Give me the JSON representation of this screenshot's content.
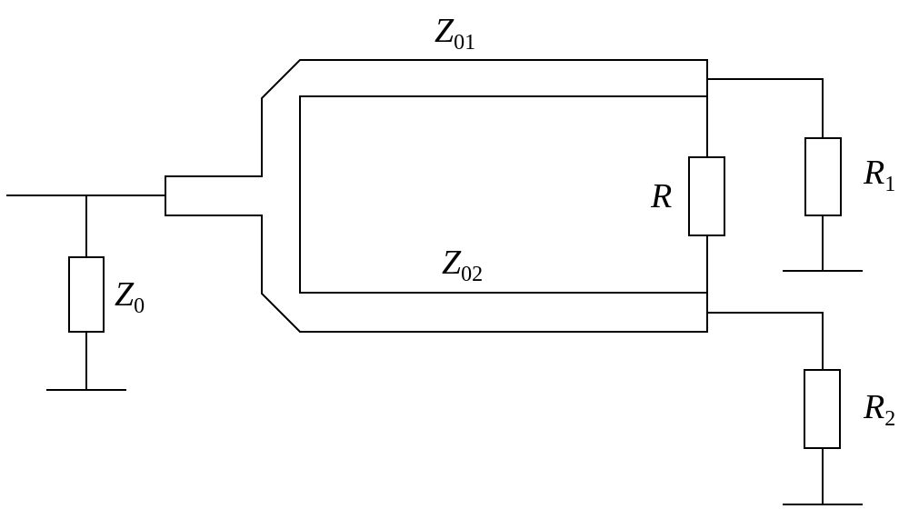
{
  "labels": {
    "z01": {
      "main": "Z",
      "sub": "01"
    },
    "z02": {
      "main": "Z",
      "sub": "02"
    },
    "z0": {
      "main": "Z",
      "sub": "0"
    },
    "r": {
      "main": "R"
    },
    "r1": {
      "main": "R",
      "sub": "1"
    },
    "r2": {
      "main": "R",
      "sub": "2"
    }
  },
  "colors": {
    "line": "#000000",
    "background": "#ffffff"
  }
}
